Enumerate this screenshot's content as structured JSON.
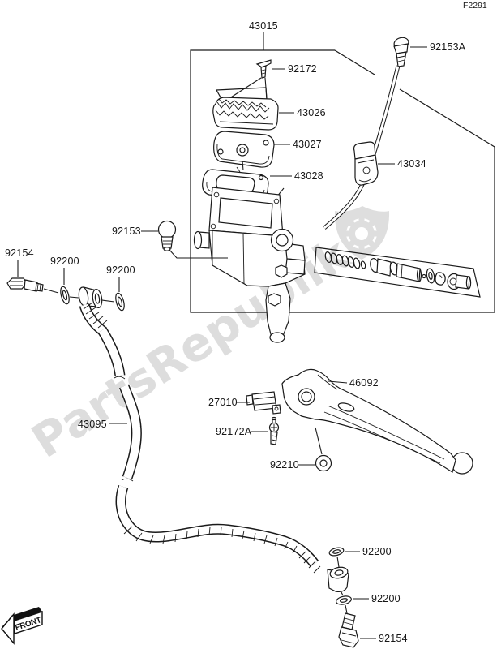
{
  "diagram": {
    "figure_code": "F2291",
    "watermark_text": "PartsRepublik",
    "front_label": "FRONT",
    "labels": [
      {
        "ref": "43015"
      },
      {
        "ref": "92172"
      },
      {
        "ref": "43026"
      },
      {
        "ref": "43027"
      },
      {
        "ref": "43028"
      },
      {
        "ref": "92153A"
      },
      {
        "ref": "43034"
      },
      {
        "ref": "92153"
      },
      {
        "ref": "92154"
      },
      {
        "ref": "92200"
      },
      {
        "ref": "92200"
      },
      {
        "ref": "43095"
      },
      {
        "ref": "27010"
      },
      {
        "ref": "92172A"
      },
      {
        "ref": "46092"
      },
      {
        "ref": "92210"
      },
      {
        "ref": "92200"
      },
      {
        "ref": "92200"
      },
      {
        "ref": "92154"
      }
    ]
  }
}
